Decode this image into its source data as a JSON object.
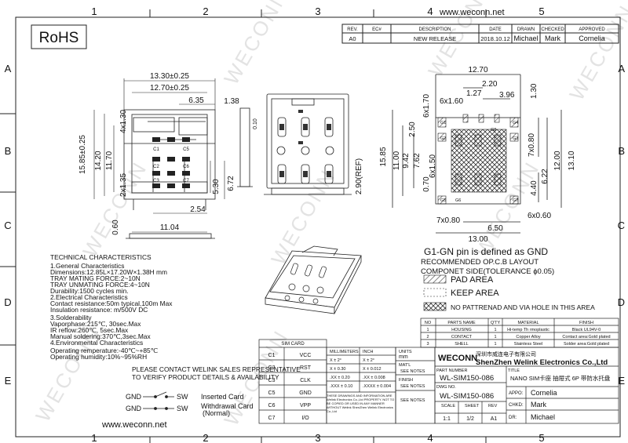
{
  "border": {
    "col_marks": [
      "1",
      "2",
      "3",
      "4",
      "5"
    ],
    "row_marks": [
      "A",
      "B",
      "C",
      "D",
      "E"
    ],
    "website": "www.weconn.net"
  },
  "rohs": "RoHS",
  "watermark": "WECONN",
  "revision_table": {
    "headers": [
      "REV.",
      "EC#",
      "DESCRIPTION",
      "DATE",
      "DRAWN",
      "CHECKED",
      "APPROVED"
    ],
    "row": [
      "A0",
      "",
      "NEW RELEASE",
      "2018.10.12",
      "Michael",
      "Mark",
      "Cornelia"
    ]
  },
  "dims_left": {
    "w_outer": "13.30±0.25",
    "w_inner": "12.70±0.25",
    "w_635": "6.35",
    "h_outer": "15.85±0.25",
    "h_1420": "14.20",
    "h_1170": "11.70",
    "d_4x130": "4x1.30",
    "d_2x135": "2x1.35",
    "d_530": "5.30",
    "d_672": "6.72",
    "d_254": "2.54",
    "d_060": "0.60",
    "d_1104": "11.04",
    "contacts": [
      "C1",
      "C5",
      "C2",
      "C6",
      "C3",
      "C7"
    ]
  },
  "dims_mid": {
    "d_138": "1.38",
    "d_010": "0.10",
    "d_290": "2.90(REF)"
  },
  "dims_right": {
    "w_1270": "12.70",
    "d_220": "2.20",
    "d_127": "1.27",
    "d_130": "1.30",
    "d_396": "3.96",
    "d_6x170": "6x1.70",
    "d_6x160": "6x1.60",
    "d_250": "2.50",
    "d_1585": "15.85",
    "d_1100": "11.00",
    "d_942": "9.42",
    "d_762": "7.62",
    "d_6x150": "6x1.50",
    "d_070": "0.70",
    "d_7x080v": "7x0.80",
    "d_1200": "12.00",
    "d_1310": "13.10",
    "d_622": "6.22",
    "d_440": "4.40",
    "d_7x080h": "7x0.80",
    "d_6x060": "6x0.60",
    "d_650": "6.50",
    "d_1300": "13.00",
    "grounds": [
      "G1",
      "G2",
      "G3",
      "G4",
      "G5",
      "G6",
      "G7",
      "G8"
    ],
    "note_gnd": "G1-GN pin is defined as GND",
    "note_layout1": "RECOMMENDED OP.C.B LAYOUT",
    "note_layout2": "COMPONET SIDE(TOLERANCE ϕ0.05)"
  },
  "legend": {
    "pad": "PAD AREA",
    "keep": "KEEP AREA",
    "nopattern": "NO PATTRENAD AND VIA HOLE IN THIS AREA"
  },
  "tech": {
    "title": "TECHNICAL CHARACTERISTICS",
    "lines": [
      "1.General Characteristics",
      "Dimensions:12.85L×17.20W×1.38H mm",
      "TRAY MATING FORCE:2~10N",
      "TRAY UNMATING FORCE:4~10N",
      "Durability:1500 cycles min.",
      "2.Electrical Characteristics",
      "Contact resistance:50m typical,100m Max",
      "Insulation resistance:      m/500V DC",
      "3.Solderability",
      "Vaporphase:215℃, 30sec.Max",
      "IR reflow:260℃, 5sec.Max",
      "Manual soldering:370℃,3sec.Max",
      "4.Environmental Characteristics",
      "Operating remperature:-40℃~+85℃",
      "Operating humidity:10%~95%RH"
    ],
    "contact1": "PLEASE CONTACT WELINK SALES REPRESENTATIVE",
    "contact2": "TO VERIFY PRODUCT DETAILS & AVAILABILITY"
  },
  "switch": {
    "gnd": "GND",
    "sw": "SW",
    "inserted": "Inserted Card",
    "withdrawal": "Withdrawal Card",
    "normal": "(Normal)"
  },
  "sim_card": {
    "title": "SIM CARD",
    "rows": [
      [
        "C1",
        "VCC"
      ],
      [
        "C2",
        "RST"
      ],
      [
        "C3",
        "CLK"
      ],
      [
        "C5",
        "GND"
      ],
      [
        "C6",
        "VPP"
      ],
      [
        "C7",
        "I/O"
      ]
    ]
  },
  "tolerance": {
    "headers": [
      "MILLIMETERS",
      "INCH"
    ],
    "rows": [
      [
        "X ± 2°",
        "X ± 2°"
      ],
      [
        "X ± 0.30",
        "X ± 0.012"
      ],
      [
        ".XX ± 0.20",
        ".XX ± 0.008"
      ],
      [
        ".XXX ± 0.10",
        ".XXXX ± 0.004"
      ]
    ],
    "units": "UNITS",
    "mm": "mm",
    "matl": "MAT'L",
    "see_notes": "SEE NOTES",
    "finish": "FINISH",
    "disclaimer": "THESE DRAWINGS AND INFORMATION ARE Welink Electronics Co.,Ltd PROPERTY. NOT TO BE COPIED OR USED IN ANY MANNER WITHOUT Welink ShenZhen Welink Electronics Co.,Ltd"
  },
  "title_block": {
    "logo": "WECONN",
    "cn_company": "深圳市威连电子有限公司",
    "company": "ShenZhen Welink Electronics Co.,Ltd",
    "part_no_label": "PART NUMBER",
    "part_no": "WL-SIM150-086",
    "title_label": "TITLE",
    "title": "NANO SIM卡座 抽屉式 6P 带防水托盘",
    "dwg_label": "DWG NO.",
    "dwg_no": "WL-SIM150-086",
    "scale_label": "SCALE",
    "sheet_label": "SHEET",
    "rev_label": "REV",
    "scale": "1:1",
    "sheet": "1/2",
    "rev": "A1",
    "app_label": "APPO:",
    "app": "Cornelia",
    "chk_label": "CHKD:",
    "chk": "Mark",
    "dr_label": "DR:",
    "dr": "Michael"
  },
  "bom": {
    "headers": [
      "NO",
      "PARTS NAME",
      "Q'TY",
      "MATERIAL",
      "FINISH"
    ],
    "rows": [
      [
        "1",
        "HOUSING",
        "1",
        "Hi-temp Th rmoplastic",
        "Black UL94V-0"
      ],
      [
        "2",
        "CONTACT",
        "1",
        "Copper Alloy",
        "Contact area:Gold plated"
      ],
      [
        "3",
        "SHELL",
        "1",
        "Stainless Steel",
        "Solder area:Gold plated"
      ]
    ]
  }
}
